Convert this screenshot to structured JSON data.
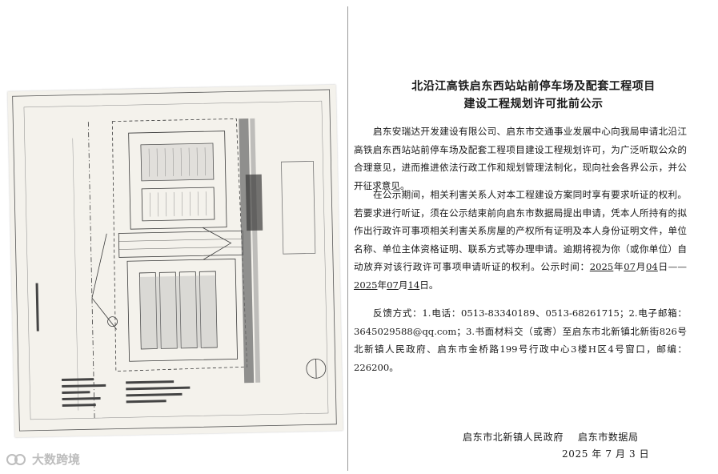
{
  "notice": {
    "title_line1": "北沿江高铁启东西站站前停车场及配套工程项目",
    "title_line2": "建设工程规划许可批前公示",
    "para1": "启东安瑞达开发建设有限公司、启东市交通事业发展中心向我局申请北沿江高铁启东西站站前停车场及配套工程项目建设工程规划许可，为广泛听取公众的合理意见，进而推进依法行政工作和规划管理法制化，现向社会各界公示，并公开征求意见。",
    "para2_main": "在公示期间，相关利害关系人对本工程建设方案同时享有要求听证的权利。若要求进行听证，须在公示结束前向启东市数据局提出申请，凭本人所持有的拟作出行政许可事项相关利害关系房屋的产权所有证明及本人身份证明文件，单位名称、单位主体资格证明、联系方式等办理申请。逾期将视为你（或你单位）自动放弃对该行政许可事项申请听证的权利。公示时间：",
    "date_start_year": "2025",
    "year_char": "年",
    "date_start_month": "07",
    "month_char": "月",
    "date_start_day": "04",
    "day_char": "日",
    "dash": "——",
    "date_end_year": "2025",
    "date_end_month": "07",
    "date_end_day": "14",
    "end_suffix": "日。",
    "para3": "反馈方式：1.电话：0513-83340189、0513-68261715；2.电子邮箱：3645029588@qq.com；3.书面材料交（或寄）至启东市北新镇北新街826号北新镇人民政府、启东市金桥路199号行政中心3楼H区4号窗口，邮编：226200。",
    "signature_org1": "启东市北新镇人民政府",
    "signature_org2": "启东市数据局",
    "signature_date": "2025 年 7 月 3 日"
  },
  "watermark": {
    "text": "大数跨境"
  }
}
